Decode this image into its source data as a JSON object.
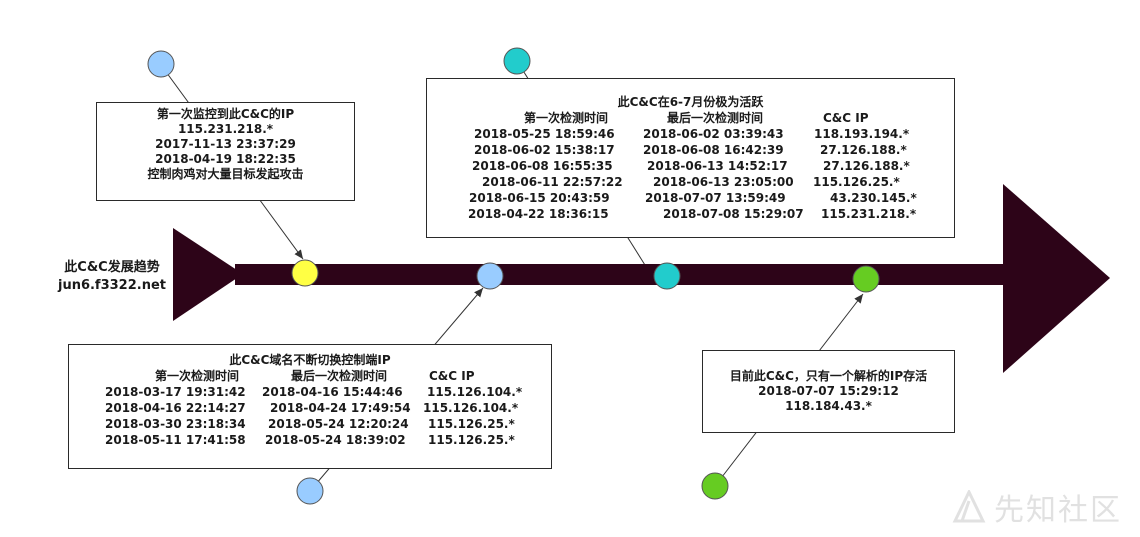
{
  "diagram": {
    "label_title": "此C&C发展趋势",
    "label_domain": "jun6.f3322.net"
  },
  "first_ip": {
    "title": "第一次监控到此C&C的IP",
    "lines": [
      "115.231.218.*",
      "2017-11-13 23:37:29",
      "2018-04-19 18:22:35",
      "控制肉鸡对大量目标发起攻击"
    ]
  },
  "active": {
    "title": "此C&C在6-7月份极为活跃",
    "headers": [
      "第一次检测时间",
      "最后一次检测时间",
      "C&C IP"
    ],
    "rows": [
      [
        "2018-05-25 18:59:46",
        "2018-06-02 03:39:43",
        "118.193.194.*"
      ],
      [
        "2018-06-02 15:38:17",
        "2018-06-08 16:42:39",
        "27.126.188.*"
      ],
      [
        "2018-06-08 16:55:35",
        "2018-06-13 14:52:17",
        "27.126.188.*"
      ],
      [
        "2018-06-11 22:57:22",
        "2018-06-13 23:05:00",
        "115.126.25.*"
      ],
      [
        "2018-06-15 20:43:59",
        "2018-07-07 13:59:49",
        "43.230.145.*"
      ],
      [
        "2018-04-22 18:36:15",
        "2018-07-08 15:29:07",
        "115.231.218.*"
      ]
    ]
  },
  "switching": {
    "title": "此C&C域名不断切换控制端IP",
    "headers": [
      "第一次检测时间",
      "最后一次检测时间",
      "C&C IP"
    ],
    "rows": [
      [
        "2018-03-17 19:31:42",
        "2018-04-16 15:44:46",
        "115.126.104.*"
      ],
      [
        "2018-04-16 22:14:27",
        "2018-04-24 17:49:54",
        "115.126.104.*"
      ],
      [
        "2018-03-30 23:18:34",
        "2018-05-24 12:20:24",
        "115.126.25.*"
      ],
      [
        "2018-05-11 17:41:58",
        "2018-05-24 18:39:02",
        "115.126.25.*"
      ]
    ]
  },
  "current": {
    "lines": [
      "目前此C&C，只有一个解析的IP存活",
      "2018-07-07 15:29:12",
      "118.184.43.*"
    ]
  },
  "watermark": {
    "text": "先知社区"
  },
  "colors": {
    "timeline": "#2d0418",
    "yellow": "#ffff44",
    "light_blue": "#99ccff",
    "teal": "#22cccc",
    "green": "#66cc22",
    "connector": "#333333",
    "box_border": "#2a2a2a",
    "watermark": "#c9c9c9"
  },
  "icons": {
    "watermark_logo": "xianzhi-logo-icon"
  }
}
